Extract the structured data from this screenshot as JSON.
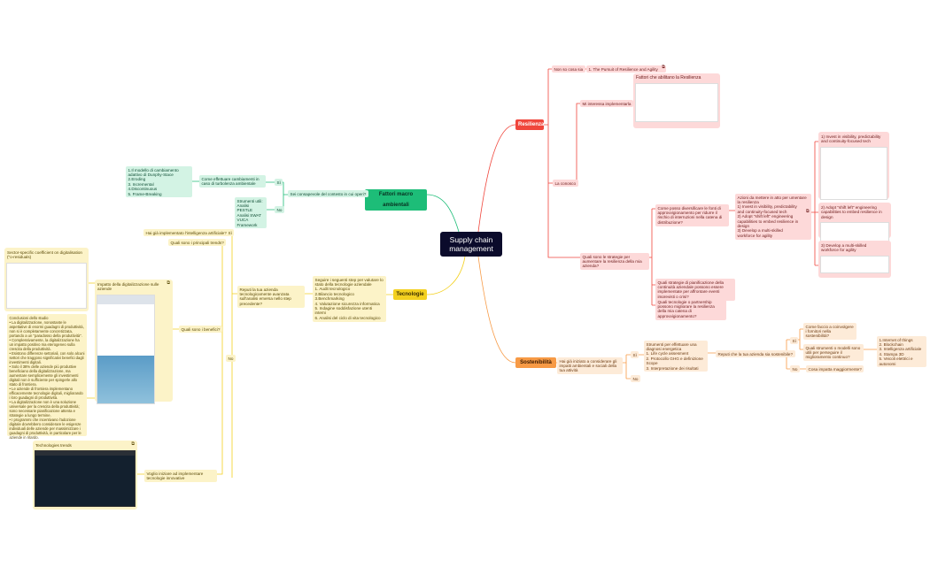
{
  "colors": {
    "center": "#0b0b2b",
    "resilienza": "#f0463c",
    "sostenibilita": "#f79a45",
    "tecnologie": "#f3d01f",
    "fattori": "#1dbd78"
  },
  "center": {
    "label": "Supply chain\nmanagement"
  },
  "resilienza": {
    "label": "Resilienza",
    "non_so": "Non so cosa sia",
    "pursuit_link": "1. The Pursuit of Resilience and Agility",
    "mi_interessa": "Mi interessa implementarla",
    "fattori_card": "Fattori che abilitano la Resilienza",
    "la_conosco": "La conosco",
    "strategie": "Quali sono le strategie per aumentare la resilienza della mia azienda?",
    "diversificare": "Come posso diversificare le fonti di approvvigionamento per ridurre il rischio di interruzioni nella catena di distribuzione?",
    "pianificazione": "Quali strategie di pianificazione della continuità aziendale possono essere implementate per affrontare eventi imprevisti o crisi?",
    "tecnologie_partnership": "Quali tecnologie o partnership possono migliorare la resilienza della mia catena di approvvigionamento?",
    "azioni": "Azioni da mettere in atto per umentare la resilienza\n1) Invest in visibility, predictability\nand continuity-focused tech\n2) Adopt \"shift left\" engineering\ncapabilities to embed resilience in design\n3) Develop a multi-skilled\nworkforce for agility",
    "card1": "1) Invest in visibility, predictability\nand continuity-focused tech",
    "card2": "2) Adopt \"shift left\" engineering\ncapabilities to embed resilience in design",
    "card3": "3) Develop a multi-skilled\nworkforce for agility"
  },
  "sostenibilita": {
    "label": "Sostenibilità",
    "impatti": "Hai già iniziato a considerare gli impatti ambientali e sociali della tua attività",
    "si": "Sì",
    "no": "No",
    "strumenti": "Strumenti per effettuare una diagnosi energetica\n1. Life cycle assesment\n2. Protocollo GHG e definizione Scope\n3. Interpretazione dei risultati",
    "reputi": "Reputi che la tua azienda sia sostenibile?",
    "si2": "Sì",
    "no2": "No",
    "fornitori": "Come faccio a coinvolgere i fornitori nella sostenibilità?",
    "modelli": "Quali strumenti o modelli sono utili per perseguire il miglioramento continuo?",
    "lista": "1.Internet of things\n2. Blockchain\n3. Intelligenza artificiale\n4. Stampa 3D\n5. Veicoli elettrici e autonomi",
    "impatta": "Cosa impatta maggiormente?"
  },
  "tecnologie": {
    "label": "Tecnologie",
    "step": "Seguire i seguenti step per valutare lo stato della tecnologie aziendale\n1. Audit tecnologico\n2.Bilancio tecnologico\n3.Benchmarking\n4. Valutazione sicurezza informatica\n5. Indagine soddisfazione utenti interni\n6. Analisi del ciclo di vita tecnologico",
    "reputi": "Reputi la tua azienda tecnologicamente avanzata sull'analisi emersa nello step precedente?",
    "si": "Sì",
    "no": "No",
    "ia": "Hai già implementato l'intelligenza artificiale?",
    "trends": "Quali sono i principali trends?",
    "benefici": "Quali sono i benefici?",
    "iniziare": "Voglio iniziare ad implementare tecnologie innovative",
    "impatto_card": "Impatto della digitalizzazione sulle aziende",
    "sector_card": "Sector-specific coefficient on digitalisation (\"o-residuals)",
    "conclusioni": "Conclusioni dello studio\n•     La digitalizzazione, nonostante le aspettative di enormi guadagni di produttività, non si è completamente concretizzata, portando a un \"paradosso della produttività\".\n•     Complessivamente, la digitalizzazione ha un impatto positivo ma eterogeneo sulla crescita della produttività.\n•     Esistono differenze settoriali, con solo alcuni settori che traggono significativi benefici dagli investimenti digitali.\n•     Solo il 38% delle aziende più produttive beneficiano della digitalizzazione, ma aumentare semplicemente gli investimenti digitali non è sufficiente per spingerle allo stato di frontiera.\n•     Le aziende di frontiera implementano efficacemente tecnologie digitali, migliorando i loro guadagni di produttività.\n•     La digitalizzazione non è una soluzione universale per la crescita della produttività; sono necessarie pianificazione attenta e strategie a lungo termine.\n•     I programmi che incentivano l'adozione digitale dovrebbero considerare le esigenze individuali delle aziende per massimizzare i guadagni di produttività, in particolare per le aziende in ritardo.",
    "trends_card": "Technologies trends"
  },
  "fattori": {
    "label": "Fattori macro ambientali",
    "consapevole": "Sei consapevole del contesto in cui operi?",
    "si": "Sì",
    "no": "No",
    "cambiamenti": "Come effettuare cambiamenti in caso di turbolenza ambientale",
    "modello": "1.Il modello di cambiamento adattivo di Dunphy-Stace\n2.Eroding\n3. Incremental\n4.Discontinuous\n5. Frame-Breaking",
    "strumenti": "Strumenti utili:\nAnalisi PESTLE\nAnalisi SWAT\nVUCA Framework"
  },
  "icons": {
    "link": "external-link-icon"
  }
}
